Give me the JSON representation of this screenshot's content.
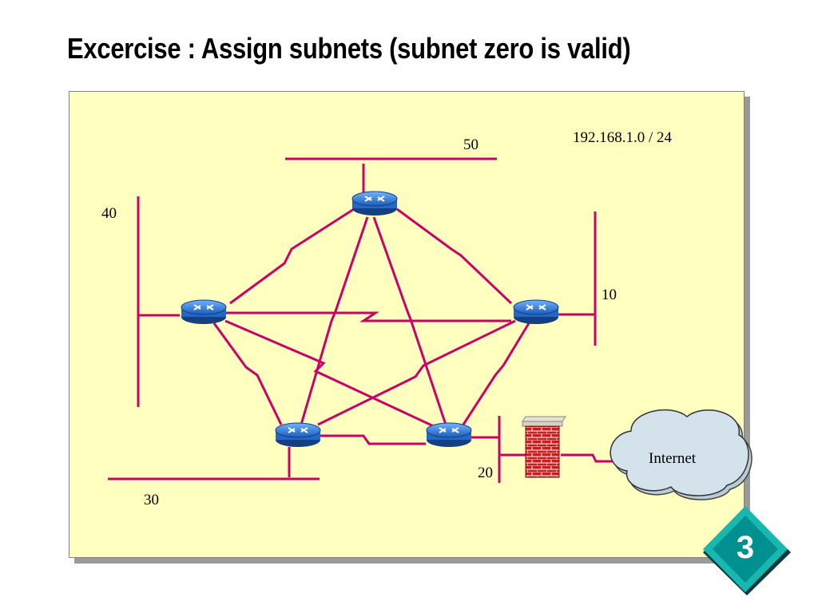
{
  "title": "Excercise : Assign subnets (subnet zero is valid)",
  "network": "192.168.1.0 / 24",
  "subnet_labels": {
    "s50": "50",
    "s40": "40",
    "s10": "10",
    "s20": "20",
    "s30": "30"
  },
  "cloud_label": "Internet",
  "slide_number": "3",
  "colors": {
    "panel": "#ffffc0",
    "link": "#cc0066",
    "router": "#2f7fd8",
    "cloud": "#c9dbe8",
    "firewall": "#cc2222",
    "badge": "#00a0a0"
  }
}
